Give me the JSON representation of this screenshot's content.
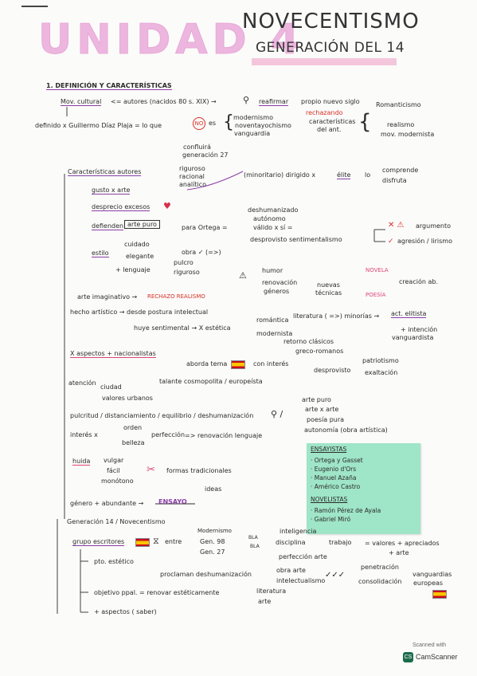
{
  "title": {
    "unidad": "UNIDAD 4",
    "main": "NOVECENTISMO",
    "sub": "GENERACIÓN DEL 14"
  },
  "section1": {
    "heading": "1. DEFINICIÓN Y CARACTERÍSTICAS",
    "mov_cultural": "Mov. cultural",
    "autores": "<= autores (nacidos 80 s. XIX) →",
    "reafirmar": "reafirmar",
    "propio": "propio nuevo siglo",
    "rechazando": "rechazando",
    "caract_ant": [
      "características",
      "del ant."
    ],
    "romanticismo": "Romanticismo",
    "realismo": "realismo",
    "mov_modernista": "mov. modernista",
    "definido": "definido x Guillermo Díaz Plaja = lo que",
    "no": "NO",
    "es": "es",
    "es_items": [
      "modernismo",
      "noventayochismo",
      "vanguardia"
    ],
    "confluira": [
      "confluirá",
      "generación 27"
    ]
  },
  "caract_autores": {
    "label": "Características autores",
    "riguroso": [
      "riguroso",
      "racional",
      "analítico"
    ],
    "gusto": "gusto x arte",
    "desprecio": "desprecio excesos",
    "defienden": "defienden",
    "arte_puro": "arte puro",
    "para_ortega": "para Ortega =",
    "ortega_items": [
      "deshumanizado",
      "autónomo",
      "válido x sí =",
      "desprovisto sentimentalismo"
    ],
    "minoritario": "(minoritario) dirigido x",
    "elite": "élite",
    "lo": "lo",
    "comprende": [
      "comprende",
      "disfruta"
    ],
    "argumento": "argumento",
    "agresion": "agresión / lirismo",
    "estilo": "estilo",
    "estilo_items": [
      "cuidado",
      "elegante"
    ],
    "obra": "obra ✓ (=>)",
    "lenguaje": "+ lenguaje",
    "lenguaje_items": [
      "pulcro",
      "riguroso"
    ]
  },
  "arte_imaginativo": {
    "label": "arte imaginativo →",
    "rechazo": "RECHAZO REALISMO",
    "humor": "humor",
    "renovacion": "renovación",
    "generos": "géneros",
    "nuevas": "nuevas",
    "tecnicas": "técnicas",
    "novela": "NOVELA",
    "poesia": "POESÍA",
    "creacion": "creación ab."
  },
  "hecho_artistico": {
    "label": "hecho artístico → desde postura intelectual",
    "huye": "huye sentimental → X estética",
    "romantica": "romántica",
    "modernista": "modernista",
    "literatura": "literatura ( =>) minorías →",
    "act_elitista": "act. elitista",
    "intencion": [
      "+ intención",
      "vanguardista"
    ],
    "retorno": "retorno clásicos",
    "greco": "greco-romanos"
  },
  "aspectos": {
    "label": "X aspectos + nacionalistas",
    "aborda": "aborda tema",
    "con_interes": "con interés",
    "desprovisto": "desprovisto",
    "patriotismo": "patriotismo",
    "exaltacion": "exaltación",
    "atencion": "atención",
    "ciudad": "ciudad",
    "valores": "valores urbanos",
    "talante": "talante cosmopolita / europeísta"
  },
  "pulcritud": {
    "label": "pulcritud / distanciamiento / equilibrio / deshumanización",
    "arte_items": [
      "arte puro",
      "arte x arte",
      "poesía pura"
    ],
    "autonomia": "autonomía (obra artística)"
  },
  "interes": {
    "label": "interés x",
    "orden": "orden",
    "belleza": "belleza",
    "perfeccion": "perfección",
    "renovacion": "=> renovación lenguaje"
  },
  "huida": {
    "label": "huida",
    "items": [
      "vulgar",
      "fácil",
      "monótono"
    ],
    "formas": "formas tradicionales"
  },
  "genero": {
    "label": "género + abundante →",
    "ensayo": "ENSAYO",
    "ideas": "ideas"
  },
  "sticky": {
    "ensayistas_title": "ENSAYISTAS",
    "ensayistas": [
      "· Ortega y Gasset",
      "· Eugenio d'Ors",
      "· Manuel Azaña",
      "· Américo Castro"
    ],
    "novelistas_title": "NOVELISTAS",
    "novelistas": [
      "· Ramón Pérez de Ayala",
      "· Gabriel Miró"
    ]
  },
  "generacion": {
    "label": "Generación 14 / Novecentismo",
    "grupo": "grupo escritores",
    "entre": "entre",
    "gens": [
      "Modernismo",
      "Gen. 98",
      "Gen. 27"
    ],
    "bla": [
      "BLA",
      "BLA"
    ],
    "inteligencia": "inteligencia",
    "disciplina": "disciplina",
    "trabajo": "trabajo",
    "perfeccion_arte": "perfección arte",
    "valores_apreciados": "= valores + apreciados",
    "arte": "+ arte",
    "pto": "pto. estético",
    "proclaman": "proclaman deshumanización",
    "obra_arte": [
      "obra arte",
      "intelectualismo"
    ],
    "penetracion": "penetración",
    "consolidacion": "consolidación",
    "vanguardias": [
      "vanguardias",
      "europeas"
    ],
    "objetivo": "objetivo ppal. = renovar estéticamente",
    "literatura_arte": [
      "literatura",
      "arte"
    ],
    "aspectos_saber": "+ aspectos ( saber)"
  },
  "watermark": {
    "scanned": "Scanned with",
    "brand": "CamScanner"
  },
  "colors": {
    "title_pink": "#ecb6df",
    "accent_pink": "#e0457b",
    "accent_purple": "#8b3fa6",
    "sticky_green": "#9fe5c7"
  }
}
